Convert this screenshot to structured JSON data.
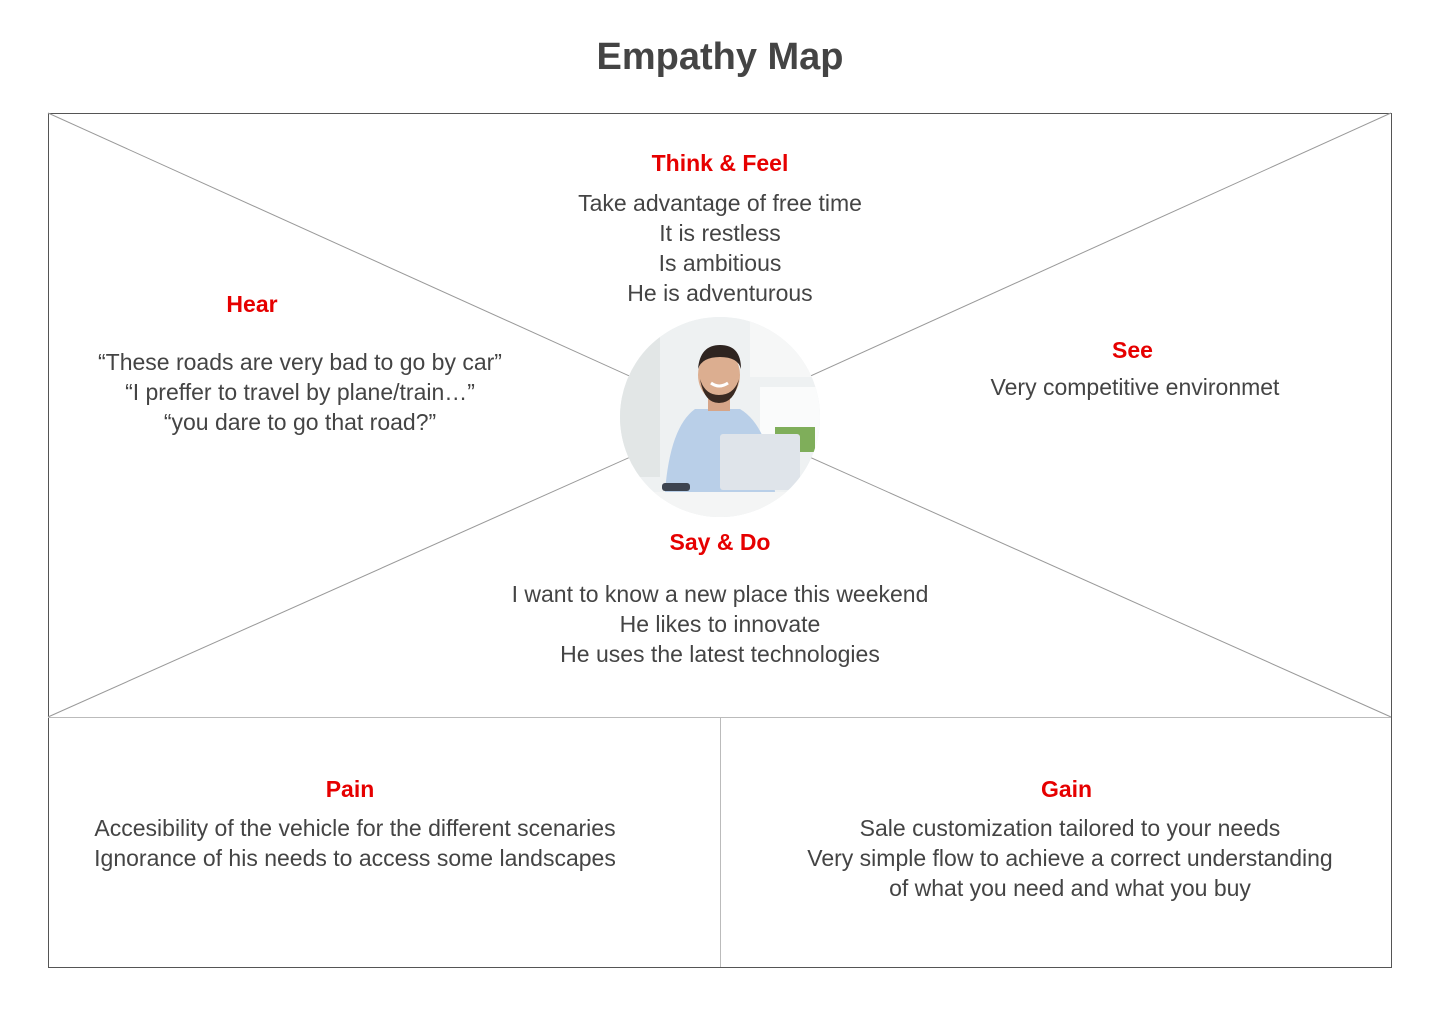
{
  "title": "Empathy Map",
  "accent_color": "#e60000",
  "think_feel": {
    "heading": "Think & Feel",
    "lines": [
      "Take advantage of free time",
      "It is restless",
      "Is ambitious",
      "He is adventurous"
    ]
  },
  "hear": {
    "heading": "Hear",
    "lines": [
      "“These roads are very bad to go by car”",
      "“I preffer to travel by plane/train…”",
      "“you dare to go that road?”"
    ]
  },
  "see": {
    "heading": "See",
    "lines": [
      "Very competitive environmet"
    ]
  },
  "say_do": {
    "heading": "Say & Do",
    "lines": [
      "I want to know a new place this weekend",
      "He likes to innovate",
      "He uses the latest technologies"
    ]
  },
  "pain": {
    "heading": "Pain",
    "lines": [
      "Accesibility of the vehicle for the different scenaries",
      "Ignorance of his needs to access some landscapes"
    ]
  },
  "gain": {
    "heading": "Gain",
    "lines": [
      "Sale customization tailored to your needs",
      "Very simple flow to achieve a correct understanding",
      "of what you need and what you buy"
    ]
  }
}
